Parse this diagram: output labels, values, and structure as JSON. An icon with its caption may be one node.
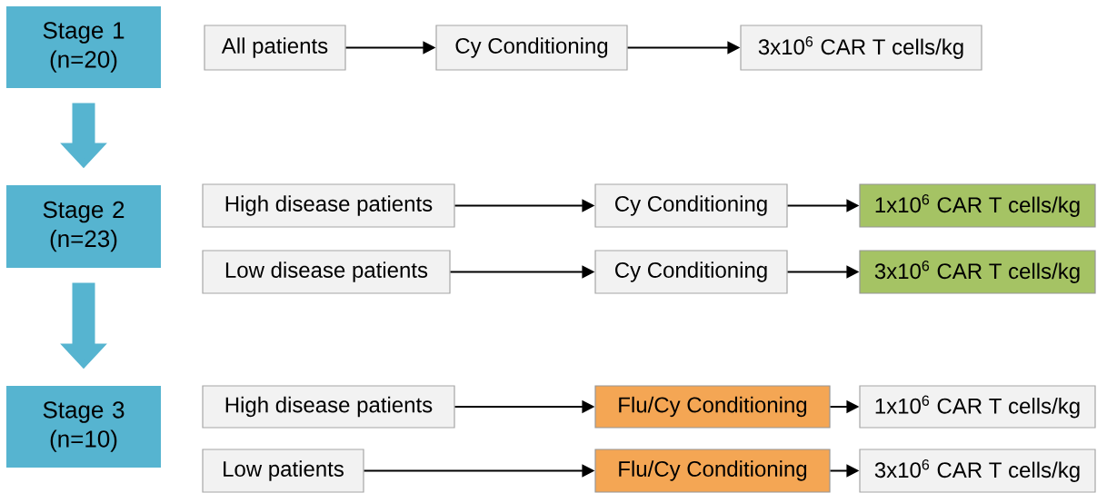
{
  "diagram": {
    "nodes": [
      {
        "text": [
          "Stage 1 (n=20)"
        ]
      },
      {
        "text": [
          "All patients"
        ]
      },
      {
        "text": [
          "Cy Conditioning"
        ]
      },
      {
        "text": [
          "3x10$^{6}$ CAR T cells/kg"
        ]
      },
      {
        "text": [
          "Stage 2 (n=23)"
        ]
      },
      {
        "text": [
          "High disease patients"
        ]
      },
      {
        "text": [
          "Cy Conditioning"
        ]
      },
      {
        "text": [
          "1x10$^{6}$ CAR T cells/kg"
        ]
      },
      {
        "text": [
          "Low disease patients"
        ]
      },
      {
        "text": [
          "Cy Conditioning"
        ]
      },
      {
        "text": [
          "3x10$^{6}$ CAR T cells/kg"
        ]
      },
      {
        "text": [
          "Stage 3 (n=10)"
        ]
      },
      {
        "text": [
          "High disease patients"
        ]
      },
      {
        "text": [
          "Flu/Cy Conditioning"
        ]
      },
      {
        "text": [
          "1x10$^{6}$ CAR T cells/kg"
        ]
      },
      {
        "text": [
          "Low patients"
        ]
      },
      {
        "text": [
          "Flu/Cy Conditioning"
        ]
      },
      {
        "text": [
          "3x10$^{6}$ CAR T cells/kg"
        ]
      }
    ],
    "edges": [
      {
        "from": 0,
        "to": 4,
        "arrow": "to",
        "style": "thick",
        "color": "#56b4d0"
      },
      {
        "from": 4,
        "to": 11,
        "arrow": "to",
        "style": "thick",
        "color": "#56b4d0"
      },
      {
        "from": 1,
        "to": 2,
        "arrow": "to"
      },
      {
        "from": 2,
        "to": 3,
        "arrow": "to"
      },
      {
        "from": 5,
        "to": 6,
        "arrow": "to"
      },
      {
        "from": 6,
        "to": 7,
        "arrow": "to"
      },
      {
        "from": 8,
        "to": 9,
        "arrow": "to"
      },
      {
        "from": 9,
        "to": 10,
        "arrow": "to"
      },
      {
        "from": 12,
        "to": 13,
        "arrow": "to"
      },
      {
        "from": 13,
        "to": 14,
        "arrow": "to"
      },
      {
        "from": 15,
        "to": 16,
        "arrow": "to"
      },
      {
        "from": 16,
        "to": 17,
        "arrow": "to"
      }
    ]
  }
}
